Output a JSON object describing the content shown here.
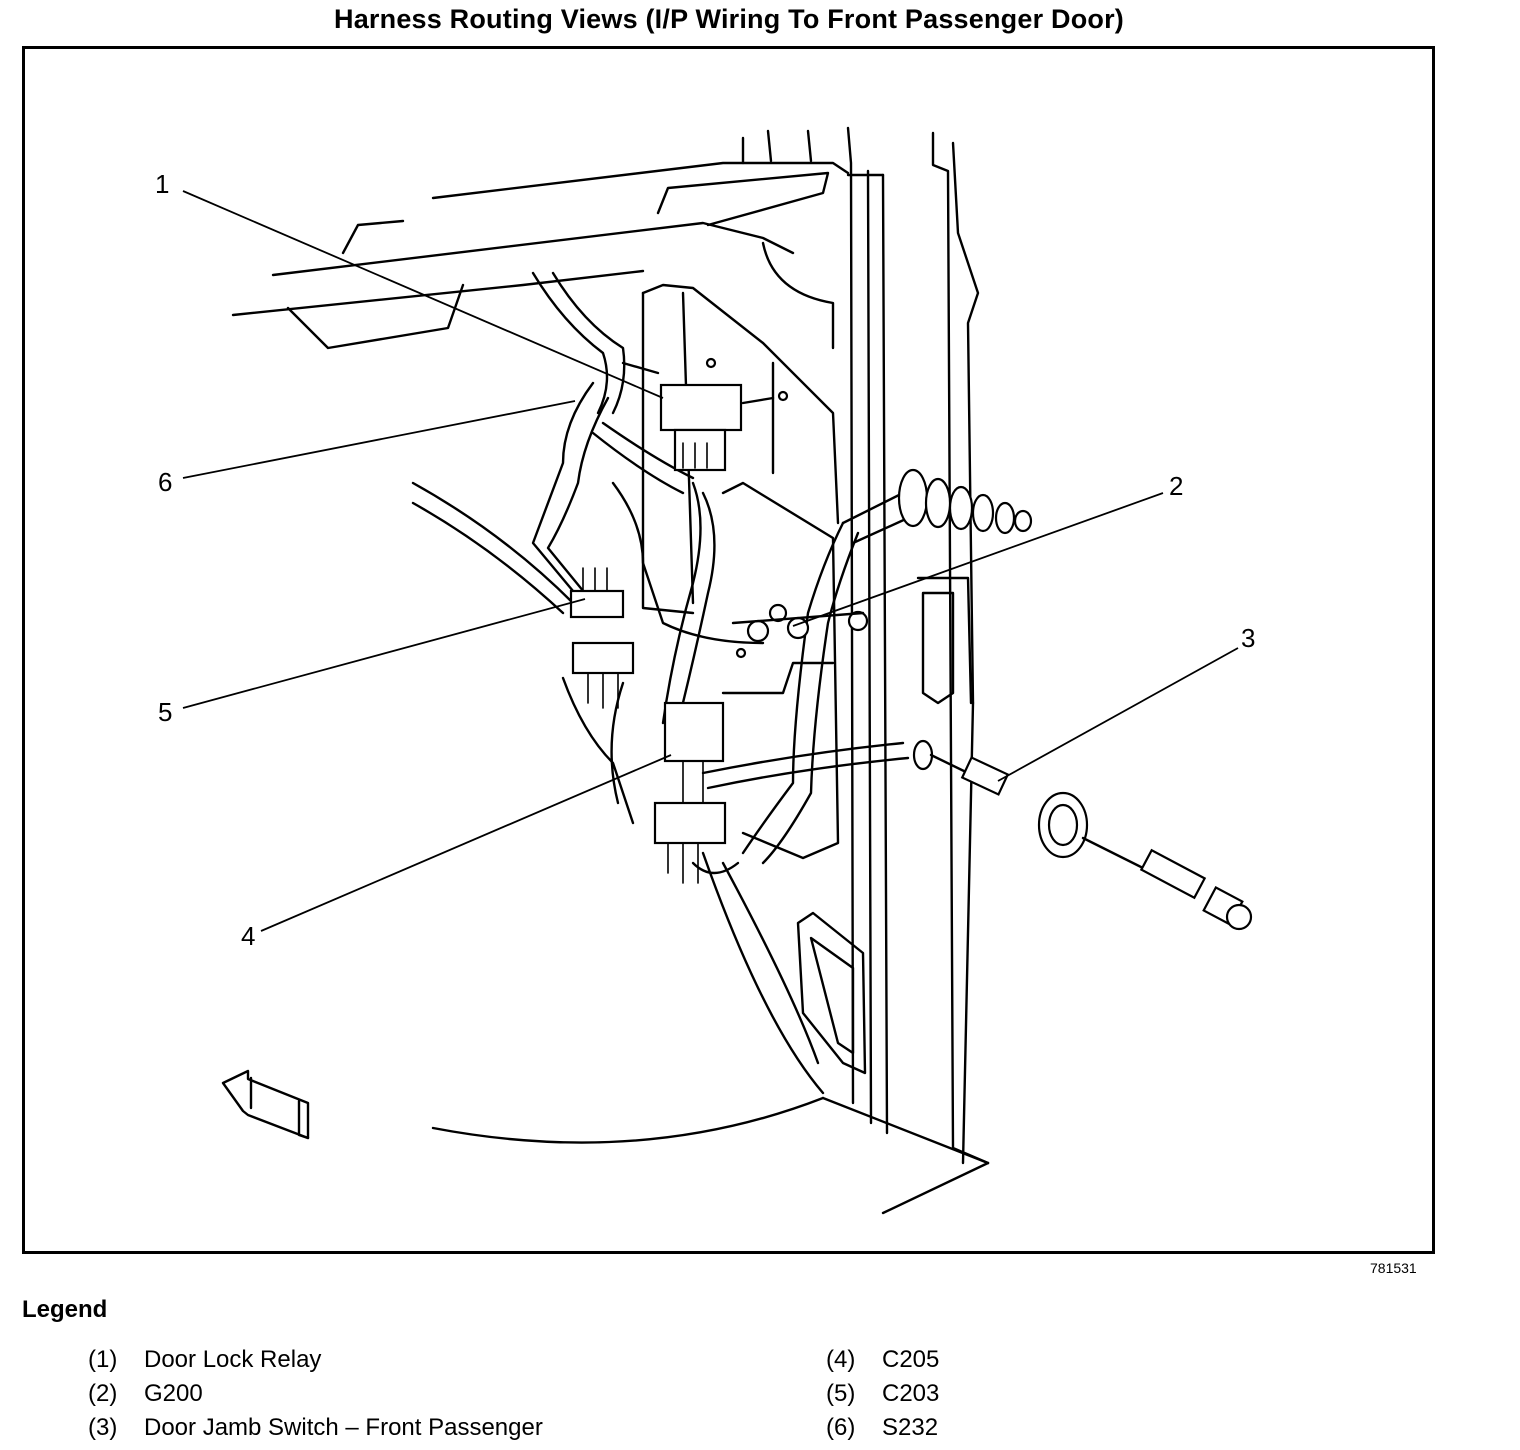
{
  "title": "Harness Routing Views (I/P Wiring To Front Passenger Door)",
  "figure_id": "781531",
  "callouts": {
    "c1": "1",
    "c2": "2",
    "c3": "3",
    "c4": "4",
    "c5": "5",
    "c6": "6"
  },
  "legend": {
    "heading": "Legend",
    "items": [
      {
        "num": "(1)",
        "label": "Door Lock Relay"
      },
      {
        "num": "(2)",
        "label": "G200"
      },
      {
        "num": "(3)",
        "label": "Door Jamb Switch – Front Passenger"
      },
      {
        "num": "(4)",
        "label": "C205"
      },
      {
        "num": "(5)",
        "label": "C203"
      },
      {
        "num": "(6)",
        "label": "S232"
      }
    ]
  }
}
